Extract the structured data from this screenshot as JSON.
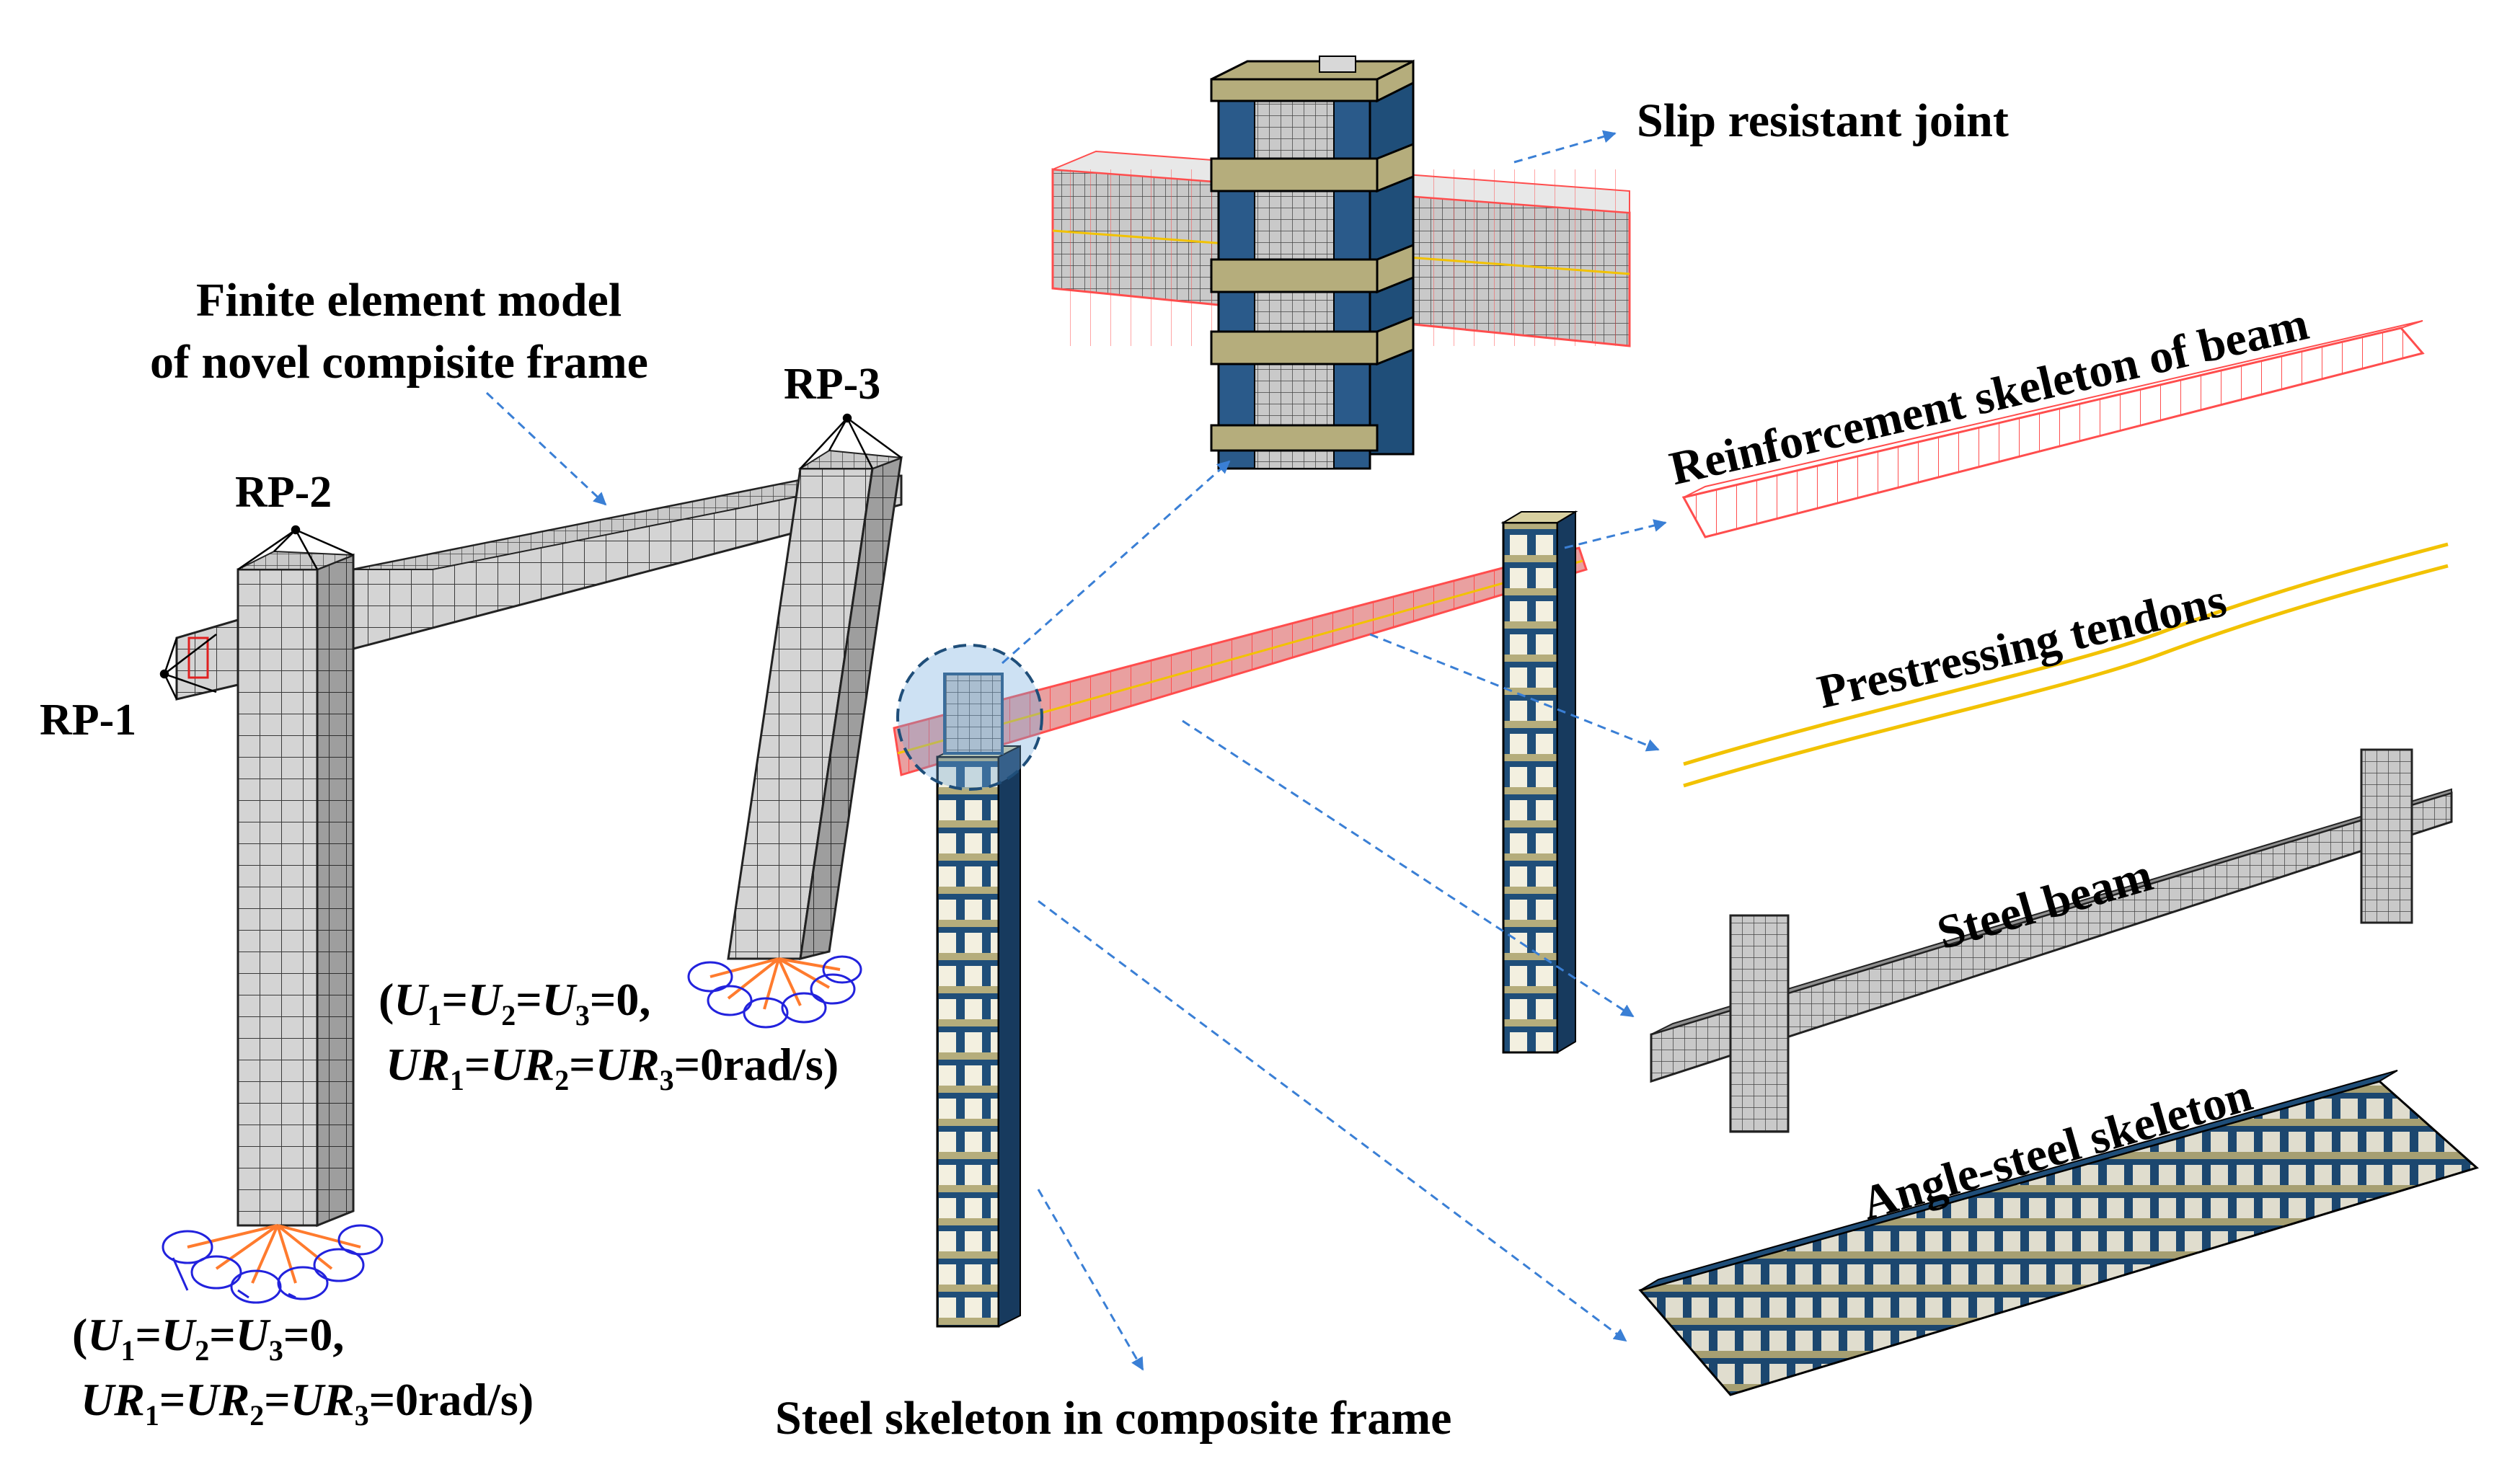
{
  "labels": {
    "frame_title_line1": "Finite element model",
    "frame_title_line2": "of novel compisite frame",
    "rp1": "RP-1",
    "rp2": "RP-2",
    "rp3": "RP-3",
    "slip_joint": "Slip resistant joint",
    "reinforcement": "Reinforcement skeleton of beam",
    "tendons": "Prestressing tendons",
    "steel_beam": "Steel beam",
    "angle_steel": "Angle-steel skeleton",
    "steel_skeleton": "Steel skeleton in composite frame"
  },
  "boundary_condition": {
    "line1_open": "(",
    "u": "U",
    "s1": "1",
    "s2": "2",
    "s3": "3",
    "eq": "=",
    "zero_comma": "=0,",
    "ur": "UR",
    "tail": "=0rad/s)"
  },
  "colors": {
    "mesh_gray": "#cfcfcf",
    "mesh_line": "#333333",
    "steel_blue": "#1f4e79",
    "olive": "#b5ad7c",
    "rebar_red": "#ff4d4d",
    "tendon_yellow": "#f2c200",
    "arrow_blue": "#3a7fd5",
    "support_orange": "#ff7b2e",
    "support_blue": "#2222dd"
  }
}
